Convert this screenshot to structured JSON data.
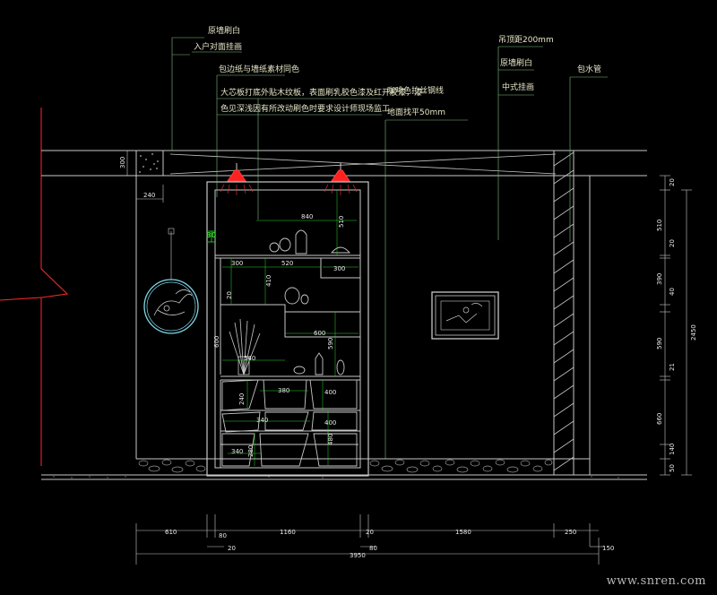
{
  "annotations": {
    "a1": "原墙刷白",
    "a2": "入户对面挂画",
    "a3": "包边纸与墙纸素材同色",
    "a4": "大芯板打底外贴木纹板，表面刷乳胶色漆及红开胶漆，漆",
    "a4b": "咖啡色拉丝钢线",
    "a5": "色见深浅因有所改动刷色时要求设计师现场监工",
    "a6": "地面找平50mm",
    "a7": "吊顶距200mm",
    "a8": "原墙刷白",
    "a9": "中式挂画",
    "a10": "包水管"
  },
  "dims": {
    "beam_h": "300",
    "beam_w": "240",
    "shelf_top_w": "840",
    "top_h": "510",
    "green_80": "80",
    "s300": "300",
    "s520": "520",
    "s300b": "300",
    "h410": "410",
    "h20": "20",
    "w600": "600",
    "h590": "590",
    "h600": "600",
    "w540": "540",
    "w380": "380",
    "h400a": "400",
    "h240": "240",
    "w340a": "340",
    "h400b": "400",
    "h480": "480",
    "w340b": "340",
    "h280": "280",
    "r20a": "20",
    "r510": "510",
    "r20b": "20",
    "r390": "390",
    "r40": "40",
    "r590": "590",
    "r21": "21",
    "r660": "660",
    "r140": "140",
    "r50": "50",
    "r2450": "2450",
    "b610": "610",
    "b80a": "80",
    "b20a": "20",
    "b1160": "1160",
    "b20b": "20",
    "b80b": "80",
    "b1580": "1580",
    "b250": "250",
    "b150": "150",
    "b3950": "3950"
  },
  "watermark": "www.snren.com",
  "colors": {
    "background": "#000000",
    "line": "#c8c8c8",
    "leader": "#7fbf7f",
    "red_lamp": "#ff2020",
    "green_dim": "#2bd62b",
    "cyan": "#7fd8e8"
  }
}
